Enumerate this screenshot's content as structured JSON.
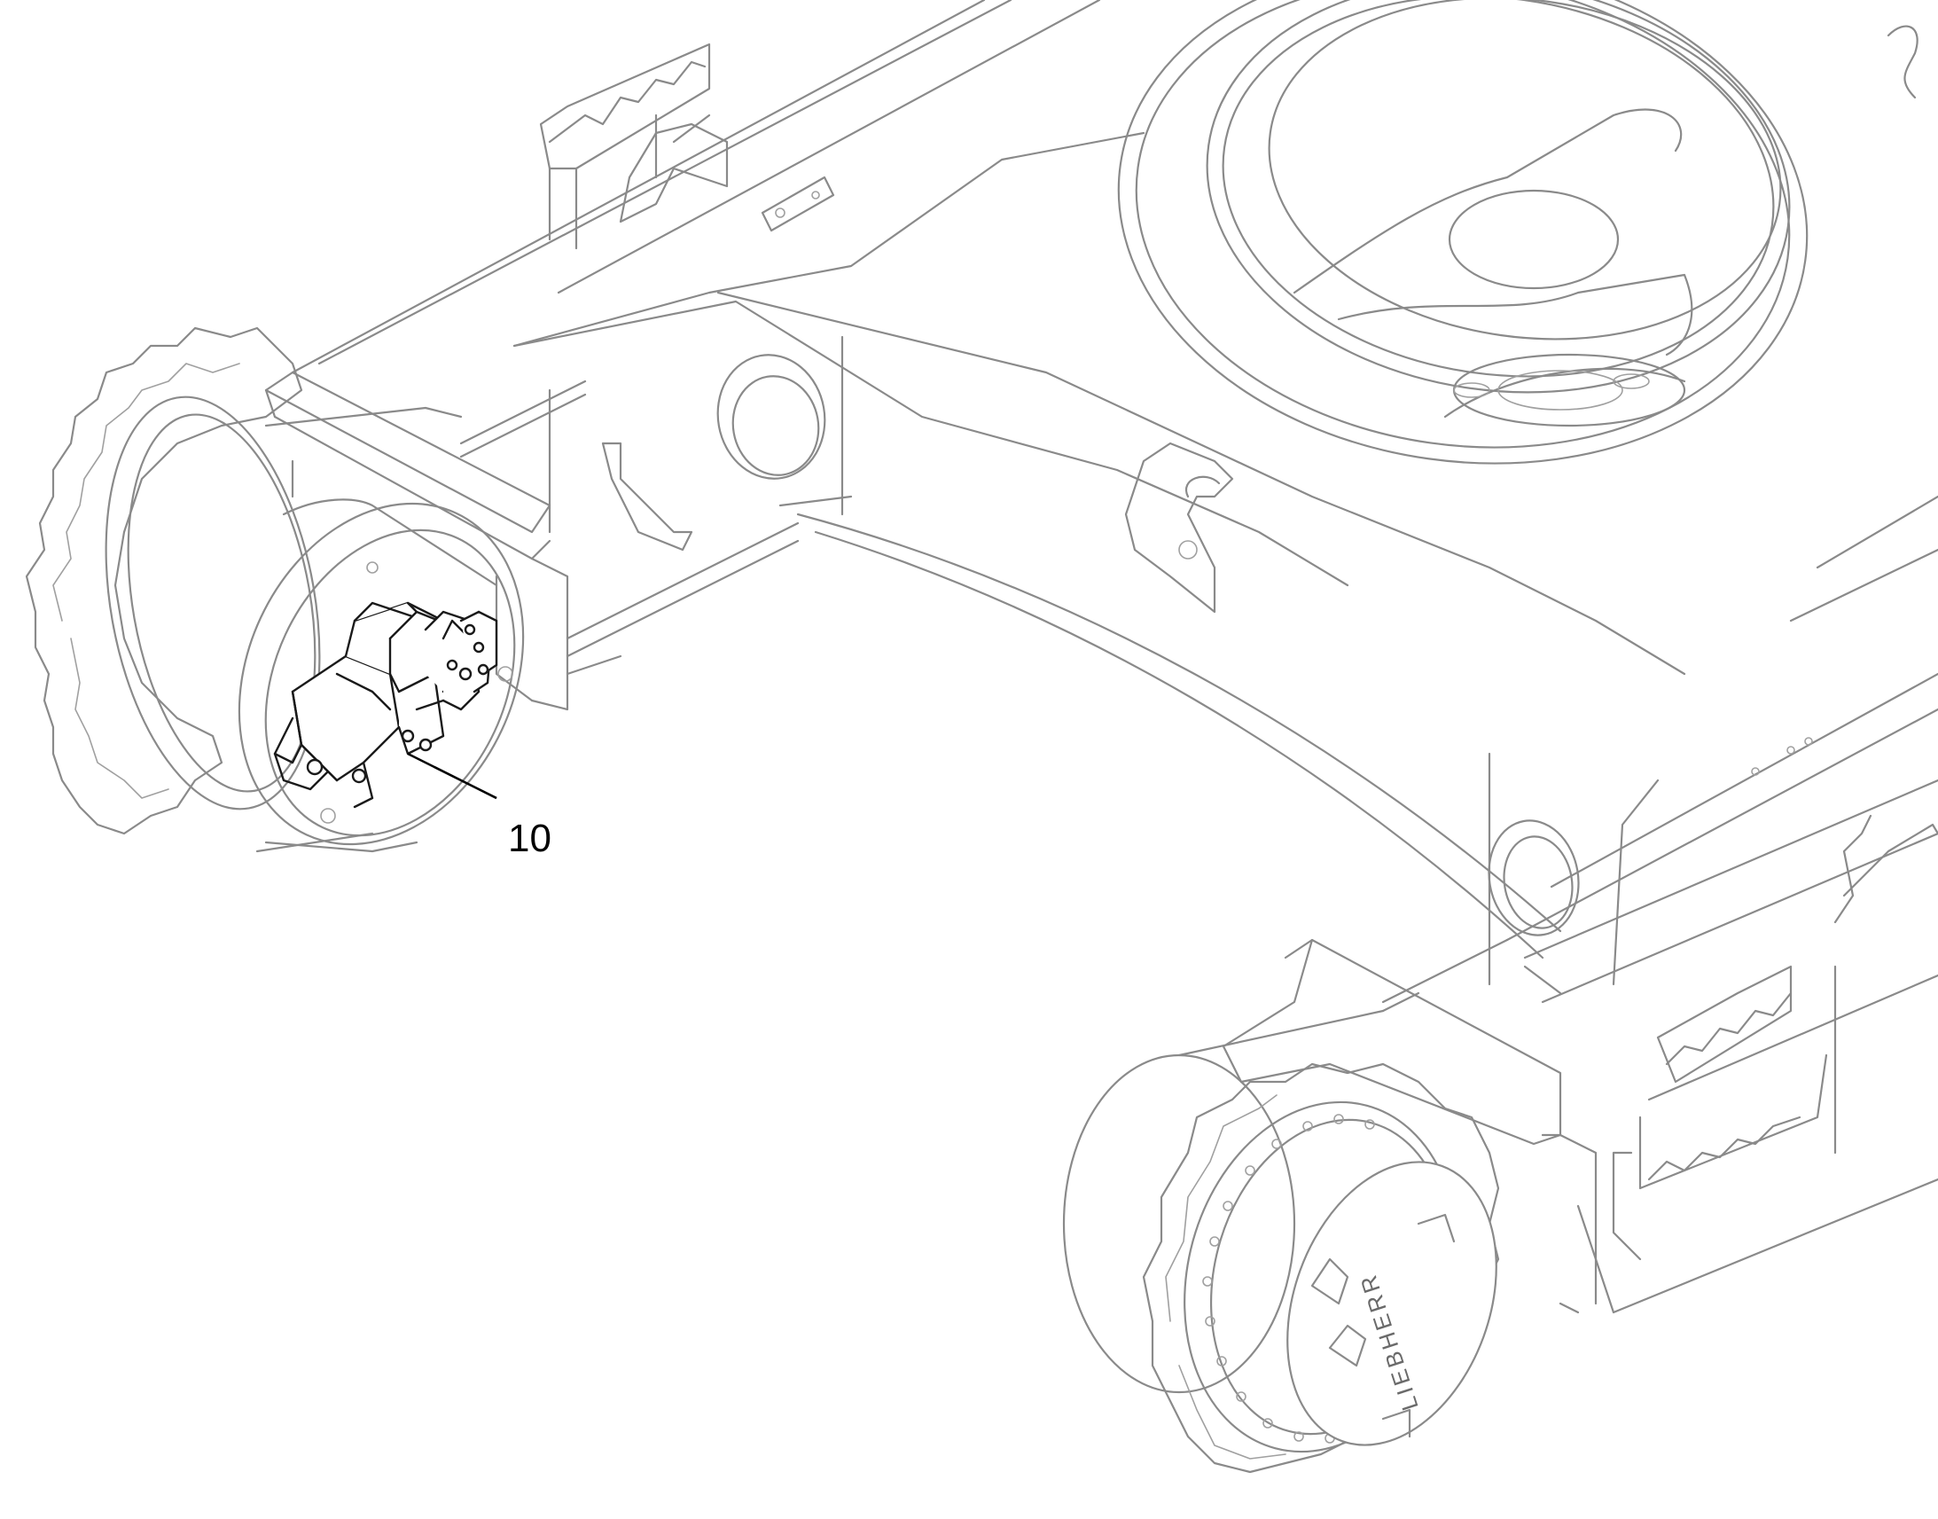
{
  "callouts": [
    {
      "id": "motor",
      "label": "10"
    }
  ],
  "brand_marking": "LIEBHERR",
  "colors": {
    "outline": "#8a8a8a",
    "highlight": "#1a1a1a",
    "background": "#ffffff"
  }
}
